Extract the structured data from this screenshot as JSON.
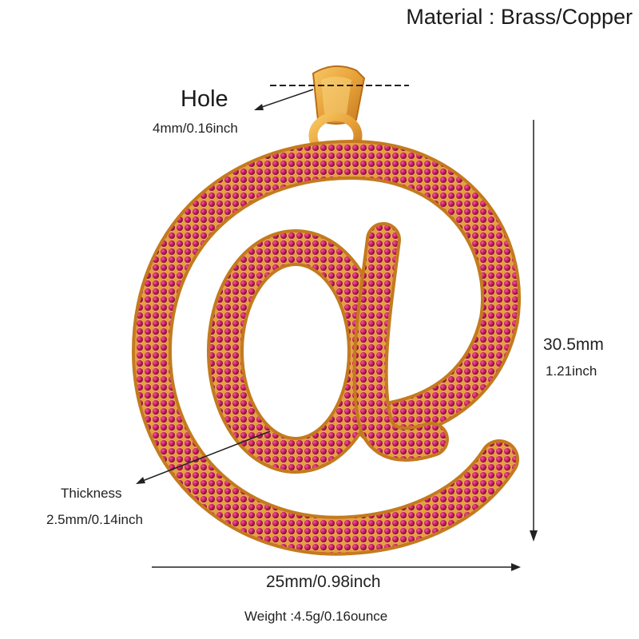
{
  "material": "Material : Brass/Copper",
  "hole": {
    "label": "Hole",
    "size": "4mm/0.16inch"
  },
  "height": {
    "mm": "30.5mm",
    "inch": "1.21inch"
  },
  "thickness": {
    "label": "Thickness",
    "size": "2.5mm/0.14inch"
  },
  "width": "25mm/0.98inch",
  "weight": "Weight :4.5g/0.16ounce",
  "colors": {
    "gold": "#e8a23a",
    "gold_dark": "#b86d18",
    "stone": "#c8186a",
    "stone_dark": "#7e0c3e"
  }
}
